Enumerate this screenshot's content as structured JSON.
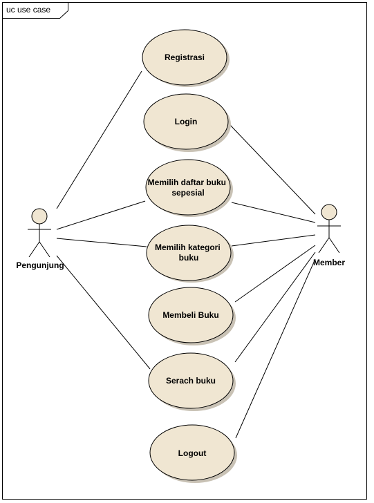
{
  "diagram": {
    "frame_title": "uc use case",
    "usecase_fill": "#f0e6d2",
    "actor_head_fill": "#f0e6d2",
    "line_color": "#000000"
  },
  "actors": {
    "pengunjung": {
      "label": "Pengunjung"
    },
    "member": {
      "label": "Member"
    }
  },
  "usecases": {
    "registrasi": {
      "lines": [
        "Registrasi"
      ]
    },
    "login": {
      "lines": [
        "Login"
      ]
    },
    "daftar_buku": {
      "lines": [
        "Memilih daftar buku",
        "sepesial"
      ]
    },
    "kategori_buku": {
      "lines": [
        "Memilih kategori",
        "buku"
      ]
    },
    "membeli_buku": {
      "lines": [
        "Membeli Buku"
      ]
    },
    "serach_buku": {
      "lines": [
        "Serach buku"
      ]
    },
    "logout": {
      "lines": [
        "Logout"
      ]
    }
  }
}
